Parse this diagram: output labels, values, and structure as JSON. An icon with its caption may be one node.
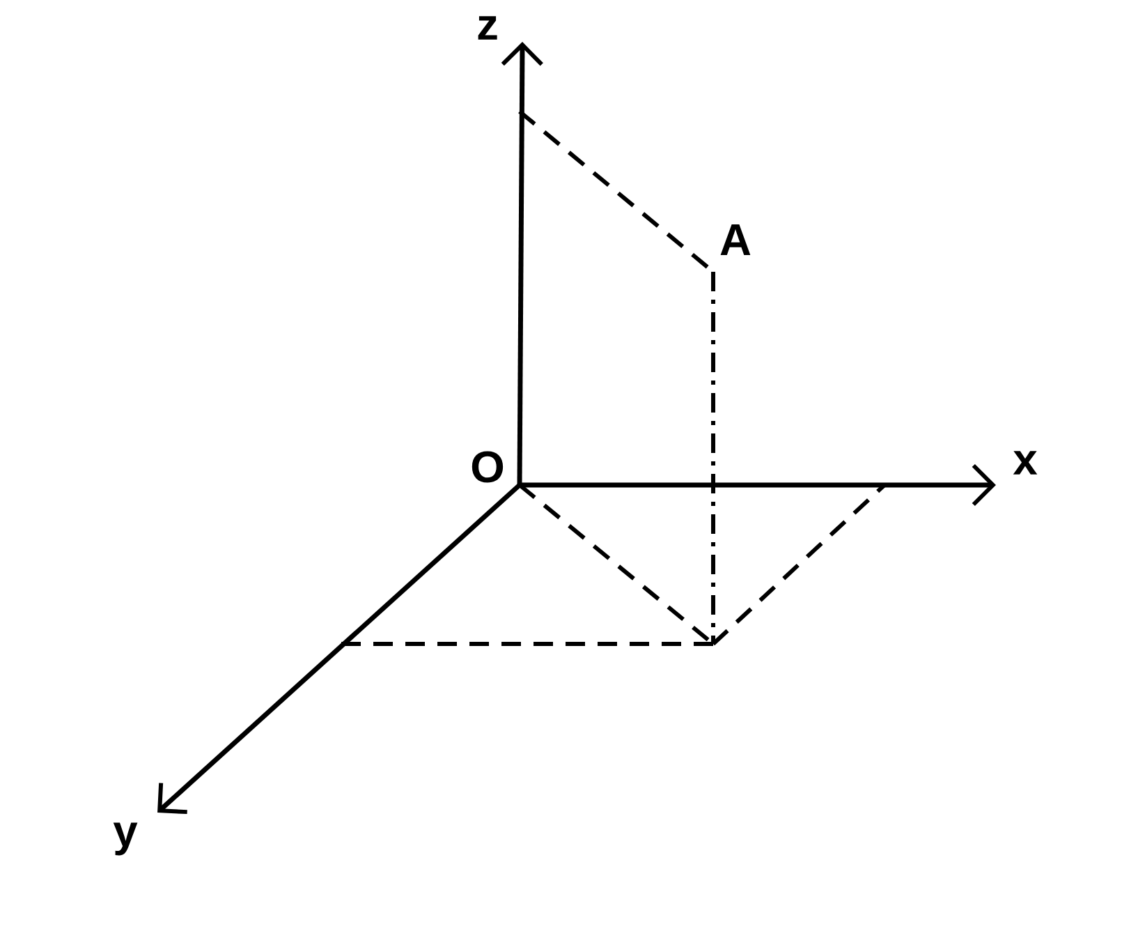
{
  "diagram": {
    "labels": [
      "z",
      "A",
      "O",
      "x",
      "y"
    ]
  }
}
